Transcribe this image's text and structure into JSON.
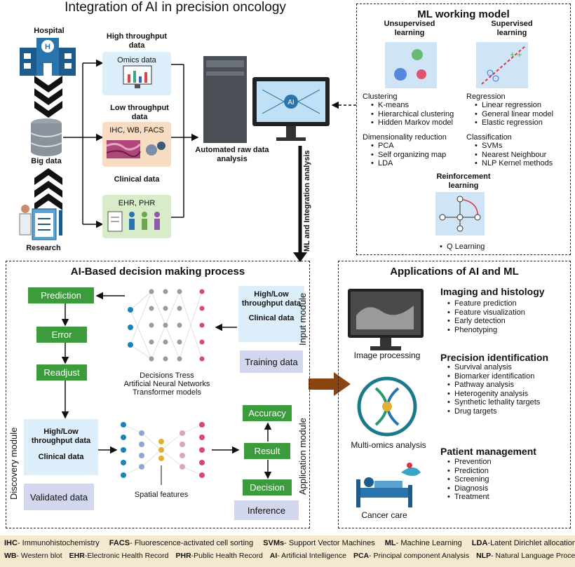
{
  "title": "Integration of AI in precision oncology",
  "sources": {
    "hospital": "Hospital",
    "big_data": "Big data",
    "research": "Research"
  },
  "data_types": {
    "high_title": "High throughput data",
    "high_box": "Omics data",
    "low_title": "Low throughput data",
    "low_box": "IHC, WB, FACS",
    "clinical_title": "Clinical data",
    "clinical_box": "EHR, PHR"
  },
  "automated": "Automated raw data analysis",
  "integration_arrow": "ML and Integration analysis",
  "ml_model": {
    "title": "ML working model",
    "unsupervised": "Unsupervised learning",
    "supervised": "Supervised learning",
    "clustering": "Clustering",
    "clustering_items": [
      "K-means",
      "Hierarchical clustering",
      "Hidden Markov model"
    ],
    "dimred": "Dimensionality reduction",
    "dimred_items": [
      "PCA",
      "Self organizing map",
      "LDA"
    ],
    "regression": "Regression",
    "regression_items": [
      "Linear regression",
      "General linear model",
      "Elastic regression"
    ],
    "classification": "Classification",
    "classification_items": [
      "SVMs",
      "Nearest Neighbour",
      "NLP Kernel methods"
    ],
    "reinforcement": "Reinforcement learning",
    "reinforcement_items": [
      "Q Learning"
    ]
  },
  "decision": {
    "title": "AI-Based decision making process",
    "prediction": "Prediction",
    "error": "Error",
    "readjust": "Readjust",
    "input_box_1": "High/Low throughput data",
    "input_box_2": "Clinical data",
    "input_module": "Input module",
    "training": "Training data",
    "nn_caption": [
      "Decisions Tress",
      "Artificial Neural Networks",
      "Transformer models"
    ],
    "disc_box_1": "High/Low throughput data",
    "disc_box_2": "Clinical data",
    "discovery_module": "Discovery module",
    "validated": "Validated data",
    "spatial": "Spatial features",
    "accuracy": "Accuracy",
    "result": "Result",
    "decision": "Decision",
    "application_module": "Application module",
    "inference": "Inference"
  },
  "applications": {
    "title": "Applications of AI and ML",
    "image_processing": "Image processing",
    "multi_omics": "Multi-omics analysis",
    "cancer_care": "Cancer care",
    "imaging_head": "Imaging and histology",
    "imaging_items": [
      "Feature prediction",
      "Feature visualization",
      "Early detection",
      "Phenotyping"
    ],
    "precision_head": "Precision identification",
    "precision_items": [
      "Survival analysis",
      "Biomarker identification",
      "Pathway analysis",
      "Heterogenity analysis",
      "Synthetic lethality targets",
      "Drug targets"
    ],
    "patient_head": "Patient management",
    "patient_items": [
      "Prevention",
      "Prediction",
      "Screening",
      "Diagnosis",
      "Treatment"
    ]
  },
  "legend": {
    "row1": [
      {
        "abbr": "IHC",
        "text": "- Immunohistochemistry"
      },
      {
        "abbr": "FACS",
        "text": "- Fluorescence-activated cell sorting"
      },
      {
        "abbr": "SVMs",
        "text": "- Support Vector Machines"
      },
      {
        "abbr": "ML",
        "text": "- Machine Learning"
      },
      {
        "abbr": "LDA",
        "text": "-Latent Dirichlet allocation"
      }
    ],
    "row2": [
      {
        "abbr": "WB",
        "text": "- Western blot"
      },
      {
        "abbr": "EHR",
        "text": "-Electronic Health Record"
      },
      {
        "abbr": "PHR",
        "text": "-Public Health Record"
      },
      {
        "abbr": "AI",
        "text": "- Artificial Intelligence"
      },
      {
        "abbr": "PCA",
        "text": "- Principal component Analysis"
      },
      {
        "abbr": "NLP",
        "text": "- Natural Language Processing"
      }
    ]
  },
  "colors": {
    "green": "#3c9b3c",
    "light_blue": "#dceefa",
    "lavender": "#d2d7ee",
    "legend_bg": "#f4e9cf",
    "arrow_brown": "#8b4513"
  }
}
